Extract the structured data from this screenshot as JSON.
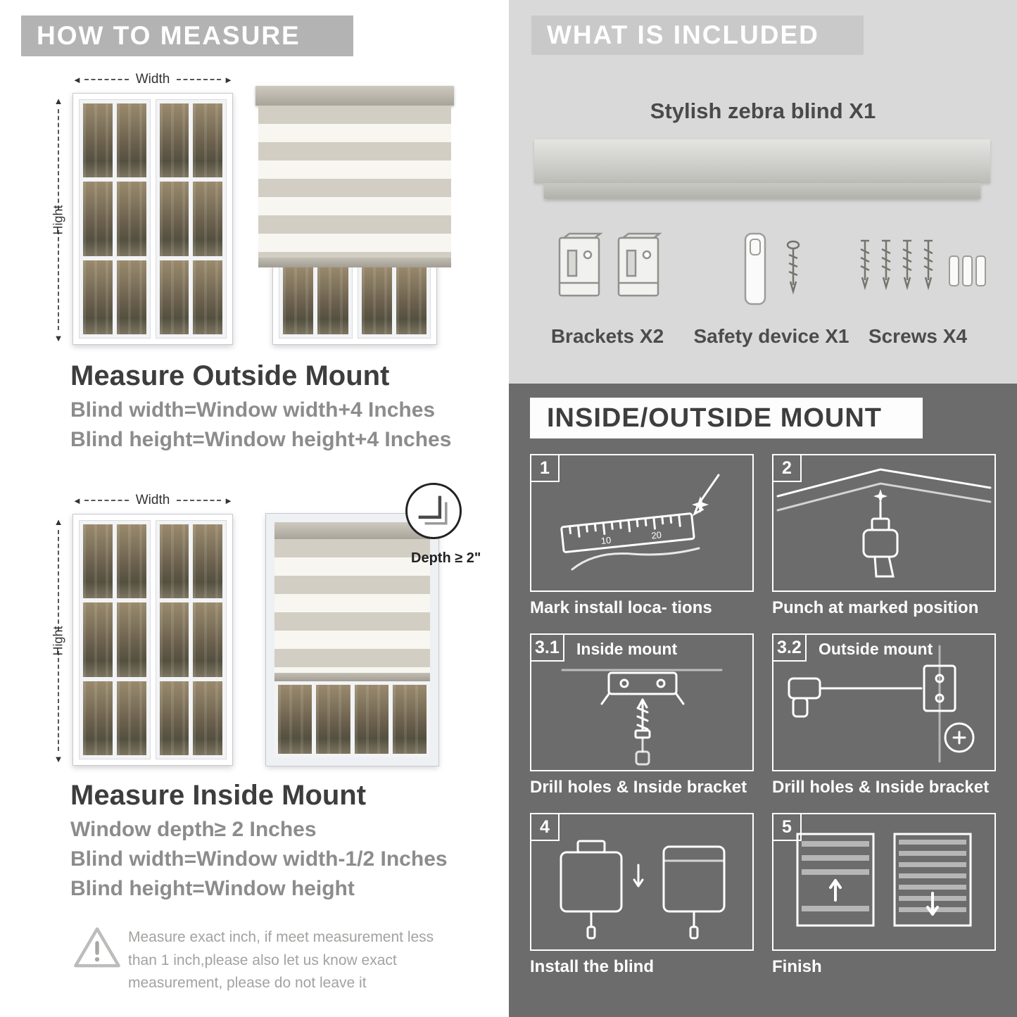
{
  "colors": {
    "left_header_bg": "#b3b3b3",
    "included_panel_bg": "#d9d9d9",
    "included_header_bg": "#c9c9c9",
    "mount_panel_bg": "#6c6c6c",
    "title_text": "#3d3d3d",
    "measure_text": "#8c8c8c"
  },
  "left": {
    "header": "HOW TO MEASURE",
    "outside": {
      "width_label": "Width",
      "height_label": "Hight",
      "title": "Measure Outside Mount",
      "lines": [
        "Blind width=Window width+4 Inches",
        "Blind height=Window height+4 Inches"
      ]
    },
    "inside": {
      "width_label": "Width",
      "height_label": "Hight",
      "depth_callout": "Depth ≥ 2\"",
      "title": "Measure Inside Mount",
      "lines": [
        "Window depth≥ 2 Inches",
        "Blind width=Window width-1/2 Inches",
        "Blind height=Window height"
      ]
    },
    "warning_text": "Measure exact inch, if meet measurement less than 1 inch,please also let us know exact measurement, please do not leave it"
  },
  "right": {
    "included": {
      "header": "WHAT IS INCLUDED",
      "blind_label": "Stylish zebra blind X1",
      "item_labels": [
        "Brackets X2",
        "Safety device X1",
        "Screws X4"
      ]
    },
    "mount": {
      "header": "INSIDE/OUTSIDE MOUNT",
      "steps": [
        {
          "num": "1",
          "caption": "Mark install loca- tions"
        },
        {
          "num": "2",
          "caption": "Punch at marked position"
        },
        {
          "num": "3.1",
          "label": "Inside mount",
          "caption": "Drill holes & Inside bracket"
        },
        {
          "num": "3.2",
          "label": "Outside mount",
          "caption": "Drill holes & Inside bracket"
        },
        {
          "num": "4",
          "caption": "Install the blind"
        },
        {
          "num": "5",
          "caption": "Finish"
        }
      ]
    }
  }
}
